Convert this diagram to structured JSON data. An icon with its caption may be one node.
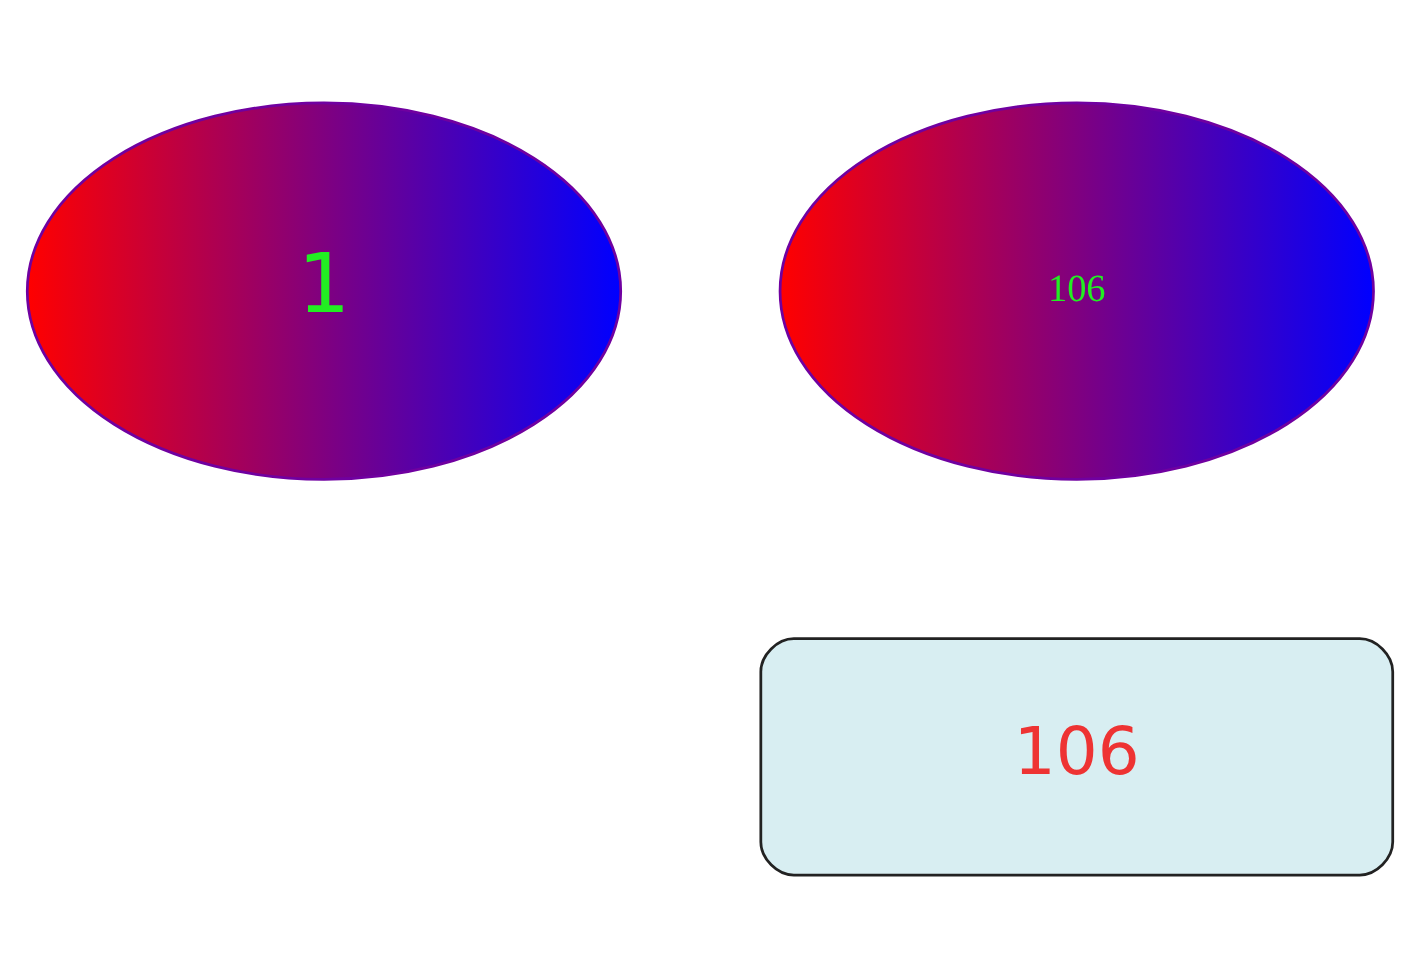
{
  "diagram": {
    "nodes": [
      {
        "text": [
          "1"
        ]
      },
      {
        "text": [
          "106"
        ]
      },
      {
        "text": [
          "106"
        ]
      }
    ]
  }
}
